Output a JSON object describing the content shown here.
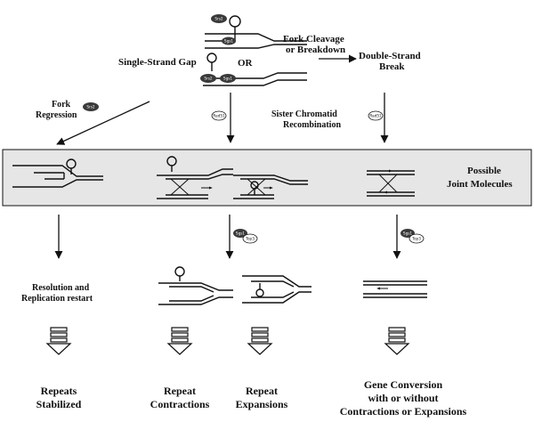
{
  "labels": {
    "single_strand_gap": "Single-Strand Gap",
    "or": "OR",
    "fork_cleavage_1": "Fork Cleavage",
    "fork_cleavage_2": "or Breakdown",
    "dsb_1": "Double-Strand",
    "dsb_2": "Break",
    "fork_regression_1": "Fork",
    "fork_regression_2": "Regression",
    "sister_chromatid_1": "Sister Chromatid",
    "sister_chromatid_2": "Recombination",
    "possible_1": "Possible",
    "possible_2": "Joint Molecules",
    "resolution_1": "Resolution and",
    "resolution_2": "Replication restart",
    "stabilized_1": "Repeats",
    "stabilized_2": "Stabilized",
    "contractions_1": "Repeat",
    "contractions_2": "Contractions",
    "expansions_1": "Repeat",
    "expansions_2": "Expansions",
    "gene_conv_1": "Gene Conversion",
    "gene_conv_2": "with or without",
    "gene_conv_3": "Contractions or Expansions"
  },
  "proteins": {
    "srs2": "Srs2",
    "rad51": "Rad51",
    "sgs1": "Sgs1",
    "top3": "Top3"
  },
  "colors": {
    "panel_fill": "#e6e6e6",
    "protein_dark": "#3a3a3a",
    "ink": "#111111"
  }
}
